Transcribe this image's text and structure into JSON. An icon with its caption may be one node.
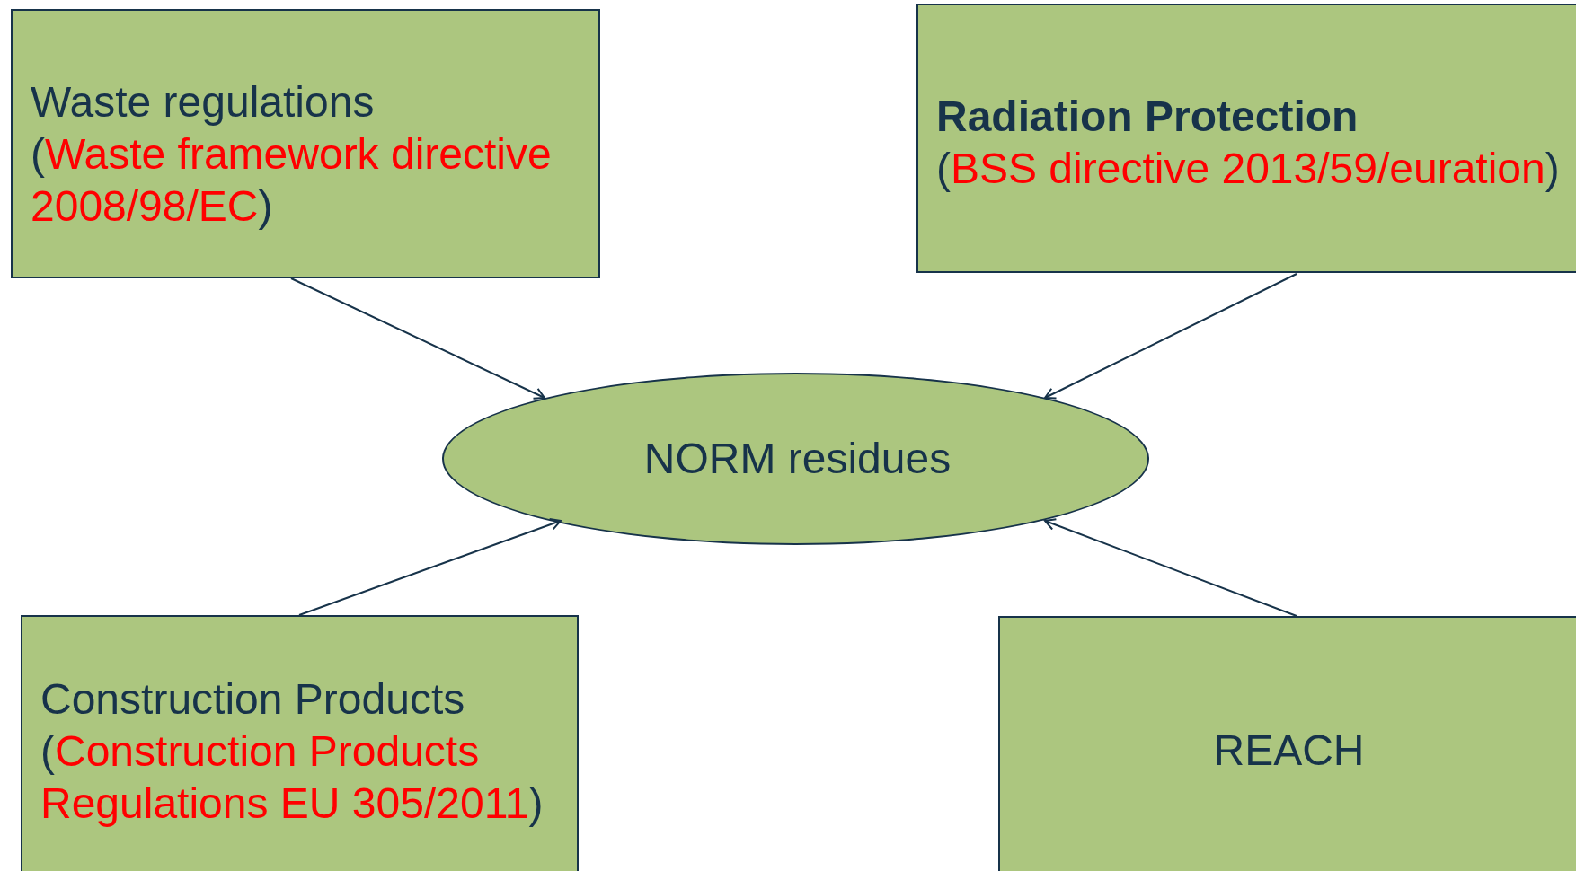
{
  "diagram": {
    "nodes": [
      {
        "text": [
          "Waste regulations",
          "(Waste framework directive 2008/98/EC)"
        ]
      },
      {
        "text": [
          "Radiation Protection",
          "(BSS directive 2013/59/euration)"
        ]
      },
      {
        "text": [
          "NORM residues"
        ]
      },
      {
        "text": [
          "Construction Products",
          "(Construction Products Regulations EU 305/2011)"
        ]
      },
      {
        "text": [
          "REACH"
        ]
      }
    ],
    "edges": [
      {
        "from": 0,
        "to": 2,
        "arrow": "to"
      },
      {
        "from": 1,
        "to": 2,
        "arrow": "to"
      },
      {
        "from": 3,
        "to": 2,
        "arrow": "to"
      },
      {
        "from": 4,
        "to": 2,
        "arrow": "to"
      }
    ]
  }
}
